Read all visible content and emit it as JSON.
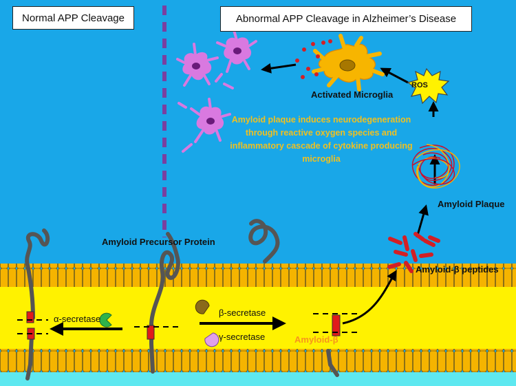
{
  "title_normal": "Normal APP Cleavage",
  "title_abnormal": "Abnormal APP Cleavage in Alzheimer’s Disease",
  "labels": {
    "app": "Amyloid Precursor Protein",
    "activated_microglia": "Activated Microglia",
    "ros": "ROS",
    "amyloid_plaque": "Amyloid Plaque",
    "amyloid_beta_peptides": "Amyloid-β peptides",
    "note": "Amyloid plaque induces neurodegeneration through reactive oxygen species and inflammatory cascade of cytokine producing microglia"
  },
  "enzymes": {
    "alpha": "α-secretase",
    "beta": "β-secretase",
    "gamma": "γ-secretase",
    "amyloid_beta": "Amyloid-β"
  },
  "colors": {
    "background": "#19a7e8",
    "membrane_yellow": "#fff200",
    "lipid_orange": "#f5b400",
    "bottom_band": "#5ee8f0",
    "neuron_purple": "#d979e0",
    "microglia_orange": "#f7b500",
    "amyloid_red": "#d31f25",
    "divider_purple": "#7a3fa0",
    "note_text": "#f0c020"
  },
  "icons": [
    "alpha-secretase-pacman-icon",
    "beta-secretase-pacman-icon",
    "gamma-secretase-pacman-icon",
    "ros-starburst-icon"
  ]
}
